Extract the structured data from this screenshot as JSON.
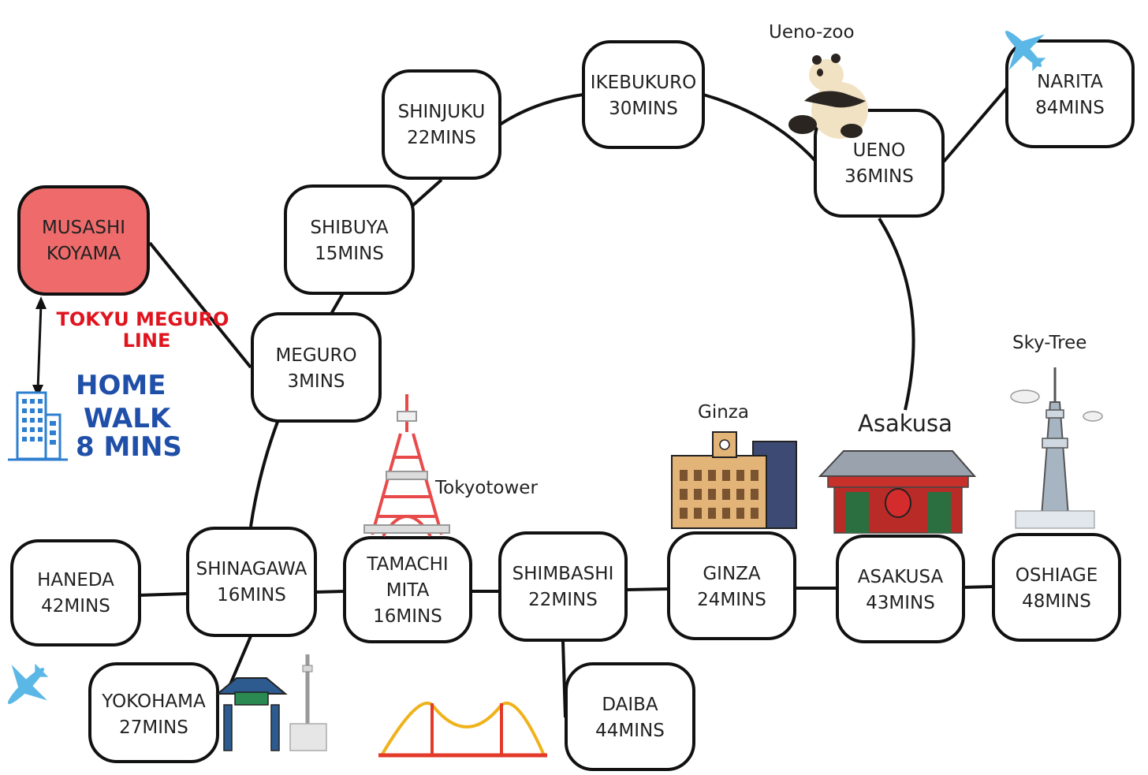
{
  "stations": {
    "musashi_koyama": [
      "MUSASHI",
      "KOYAMA"
    ],
    "meguro": [
      "MEGURO",
      "3MINS"
    ],
    "shibuya": [
      "SHIBUYA",
      "15MINS"
    ],
    "shinjuku": [
      "SHINJUKU",
      "22MINS"
    ],
    "ikebukuro": [
      "IKEBUKURO",
      "30MINS"
    ],
    "ueno": [
      "UENO",
      "36MINS"
    ],
    "narita": [
      "NARITA",
      "84MINS"
    ],
    "haneda": [
      "HANEDA",
      "42MINS"
    ],
    "shinagawa": [
      "SHINAGAWA",
      "16MINS"
    ],
    "tamachi_mita": [
      "TAMACHI",
      "MITA",
      "16MINS"
    ],
    "shimbashi": [
      "SHIMBASHI",
      "22MINS"
    ],
    "ginza": [
      "GINZA",
      "24MINS"
    ],
    "asakusa": [
      "ASAKUSA",
      "43MINS"
    ],
    "oshiage": [
      "OSHIAGE",
      "48MINS"
    ],
    "yokohama": [
      "YOKOHAMA",
      "27MINS"
    ],
    "daiba": [
      "DAIBA",
      "44MINS"
    ]
  },
  "line_label": [
    "TOKYU MEGURO",
    "LINE"
  ],
  "home": [
    "HOME",
    "WALK",
    "8 MINS"
  ],
  "landmarks": {
    "ueno_zoo": "Ueno-zoo",
    "sky_tree": "Sky-Tree",
    "ginza": "Ginza",
    "asakusa": "Asakusa",
    "tokyo_tower": "Tokyotower"
  },
  "colors": {
    "origin_station": "#ef6b6b",
    "line_label": "#e0141e",
    "home_text": "#1f4fa8",
    "building_icon": "#2f7fd0",
    "airplane_icon": "#5bb8e6",
    "tokyo_tower": "#e84a4a",
    "panda_cream": "#f2e2c4"
  }
}
